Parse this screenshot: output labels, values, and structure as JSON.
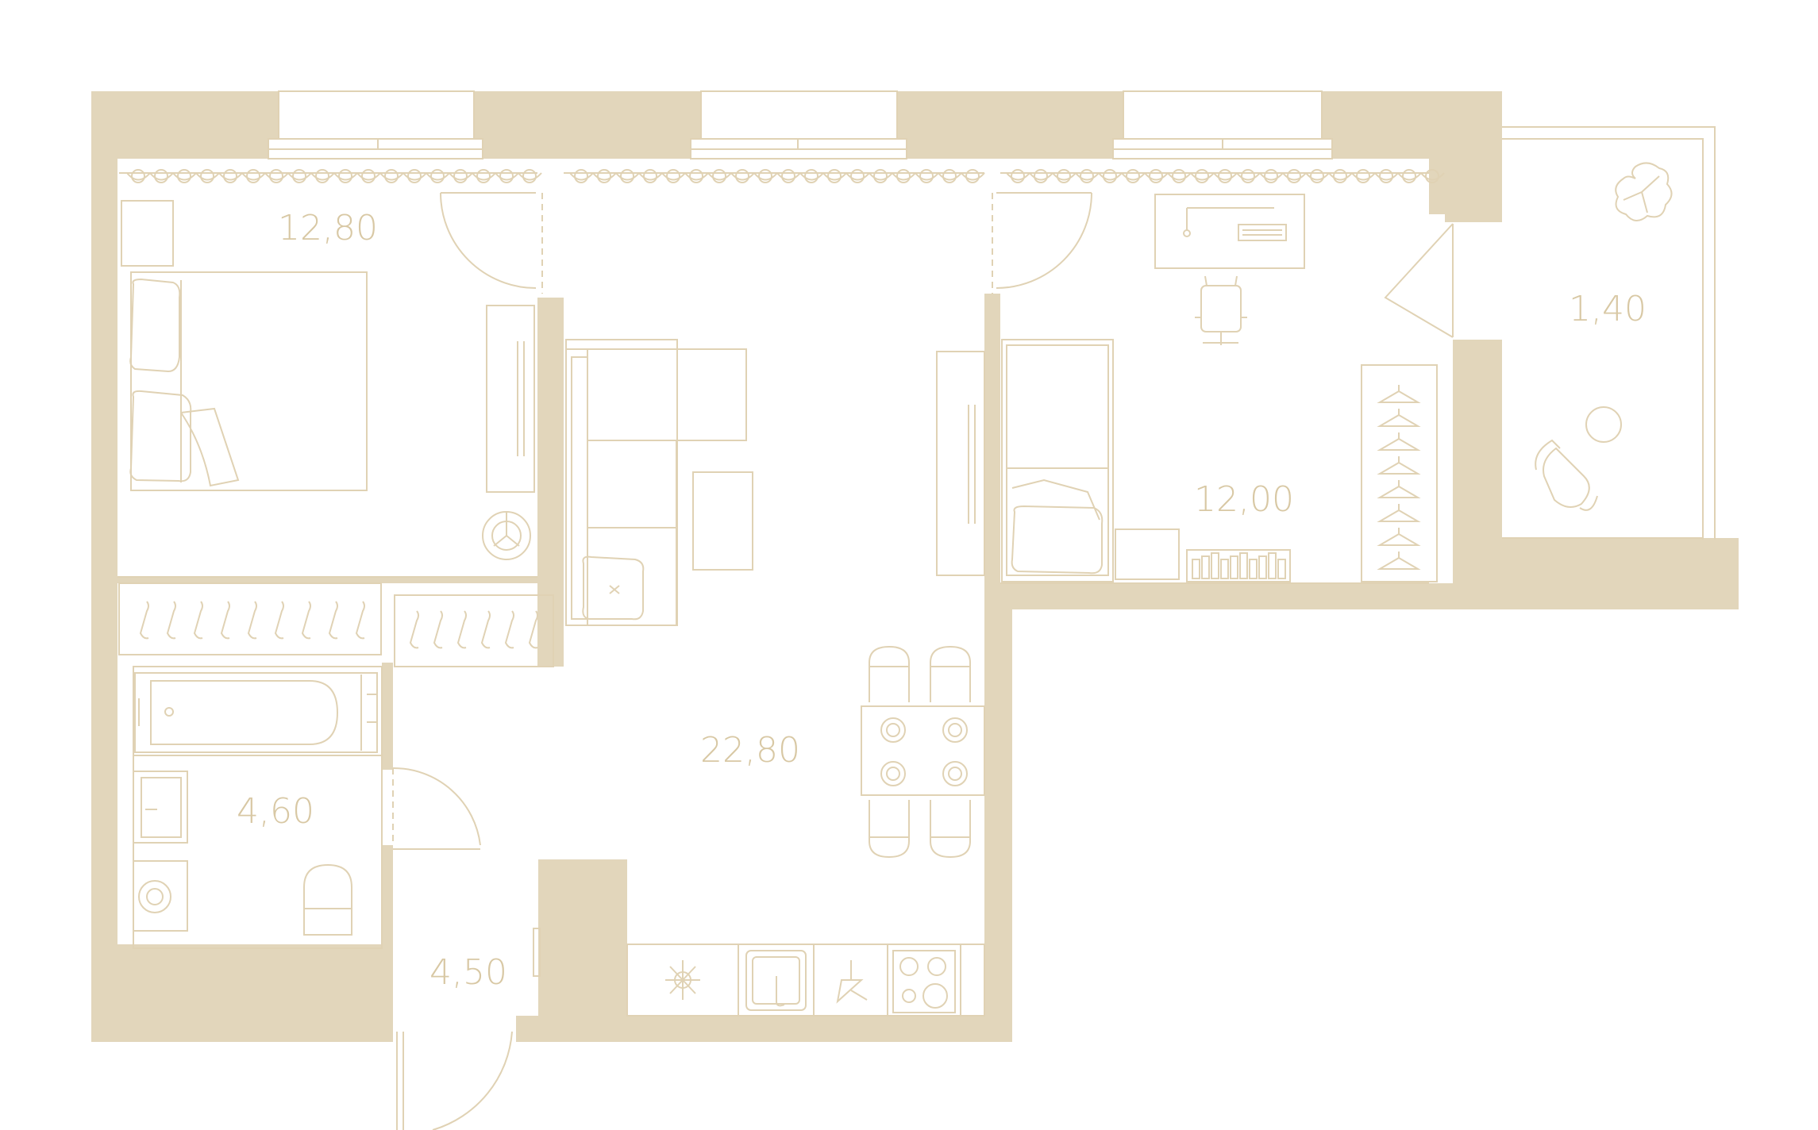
{
  "colors": {
    "wall": "#e2d6bb",
    "line": "#e0d2b4",
    "text": "#d8c8a4",
    "background": "#ffffff"
  },
  "rooms": {
    "bedroom_1": {
      "area": "12,80"
    },
    "bedroom_2": {
      "area": "12,00"
    },
    "living_kitchen": {
      "area": "22,80"
    },
    "bathroom": {
      "area": "4,60"
    },
    "hallway": {
      "area": "4,50"
    },
    "balcony": {
      "area": "1,40"
    }
  },
  "icons": [
    "bed-icon",
    "sofa-icon",
    "desk-icon",
    "chair-icon",
    "wardrobe-icon",
    "bathtub-icon",
    "sink-icon",
    "toilet-icon",
    "washing-machine-icon",
    "stove-icon",
    "fridge-icon",
    "tv-icon",
    "dining-table-icon",
    "plant-icon",
    "armchair-icon",
    "radiator-icon"
  ]
}
